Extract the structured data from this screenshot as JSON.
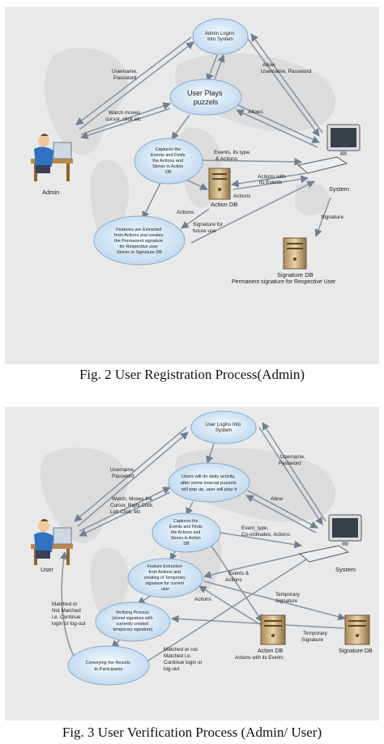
{
  "fig2": {
    "caption": "Fig. 2 User Registration Process(Admin)",
    "nodes": {
      "admin_logins": [
        "Admin  Logins",
        "Into System"
      ],
      "user_plays": [
        "User Plays",
        "puzzels"
      ],
      "captures": [
        "Captures the",
        "Events and Finds",
        "the Actions and",
        "Stores in Action",
        "DB"
      ],
      "features": [
        "Features are Extracted",
        "from Actions and creates",
        "the Permanent signature",
        "for Respective user",
        "Stores in Signature DB"
      ]
    },
    "actors": {
      "admin": "Admin",
      "system": "System",
      "action_db": "Action DB",
      "signature_db": "Signature DB",
      "signature_db_sub": "Permanent signature for Respective User"
    },
    "edges": {
      "username_password": [
        "Username,",
        "Password"
      ],
      "allow_username": [
        "Allow",
        "Username, Password"
      ],
      "watch_moves": [
        "Watch moves",
        "cursor, click etc"
      ],
      "allows": "Allows",
      "events_type": [
        "Events, its type",
        "& Actions"
      ],
      "actions_with_events": [
        "Actions with",
        "its Events"
      ],
      "actions_1": "Actions",
      "actions_2": "Actions",
      "signature_future": [
        "Signature for",
        "future use"
      ],
      "signature": "Signature"
    }
  },
  "fig3": {
    "caption": "Fig. 3 User Verification Process (Admin/ User)",
    "nodes": {
      "user_logins": [
        "User Logins Into",
        "System"
      ],
      "daily_activity": [
        "Users will do daily activity,",
        "after some interval puzzels",
        "will pop up, user will play it"
      ],
      "captures": [
        "Captures the",
        "Events and Finds",
        "the Actions and",
        "Stores in Action",
        "DB"
      ],
      "feature_extraction": [
        "Feature Extraction",
        "from Actions and",
        "creating of Temporary",
        "signature for current",
        "user"
      ],
      "verifying": [
        "Verifying Process",
        "(stored signature with",
        "currently created",
        "temporary signature)"
      ],
      "conveying": [
        "Conveying the Results",
        "to Participants"
      ]
    },
    "actors": {
      "user": "User",
      "system": "System",
      "action_db": "Action DB",
      "action_db_sub": "Actions with its Events",
      "signature_db": "Signature DB"
    },
    "edges": {
      "username_password_left": [
        "Username,",
        "Password"
      ],
      "username_password_right": [
        "Username,",
        "Password"
      ],
      "watch_moves": [
        "Watch, Moves the",
        "Cursor, Right Click,",
        "Left Click, etc"
      ],
      "allow": "Allow",
      "event_type": [
        "Event_type,",
        "Co-ordinates, Actions"
      ],
      "events_actions": [
        "Events &",
        "Actions"
      ],
      "actions": "Actions",
      "temporary_signature_1": [
        "Temporary",
        "Signature"
      ],
      "temporary_signature_2": [
        "Temporary",
        "Signature"
      ],
      "matched_left": [
        "Matched or",
        "Not Matched",
        "i.e. Continue",
        "login or log-out"
      ],
      "matched_bottom": [
        "Matched or not",
        "Matched i.e.",
        "Continue login or",
        "log-out"
      ]
    }
  }
}
